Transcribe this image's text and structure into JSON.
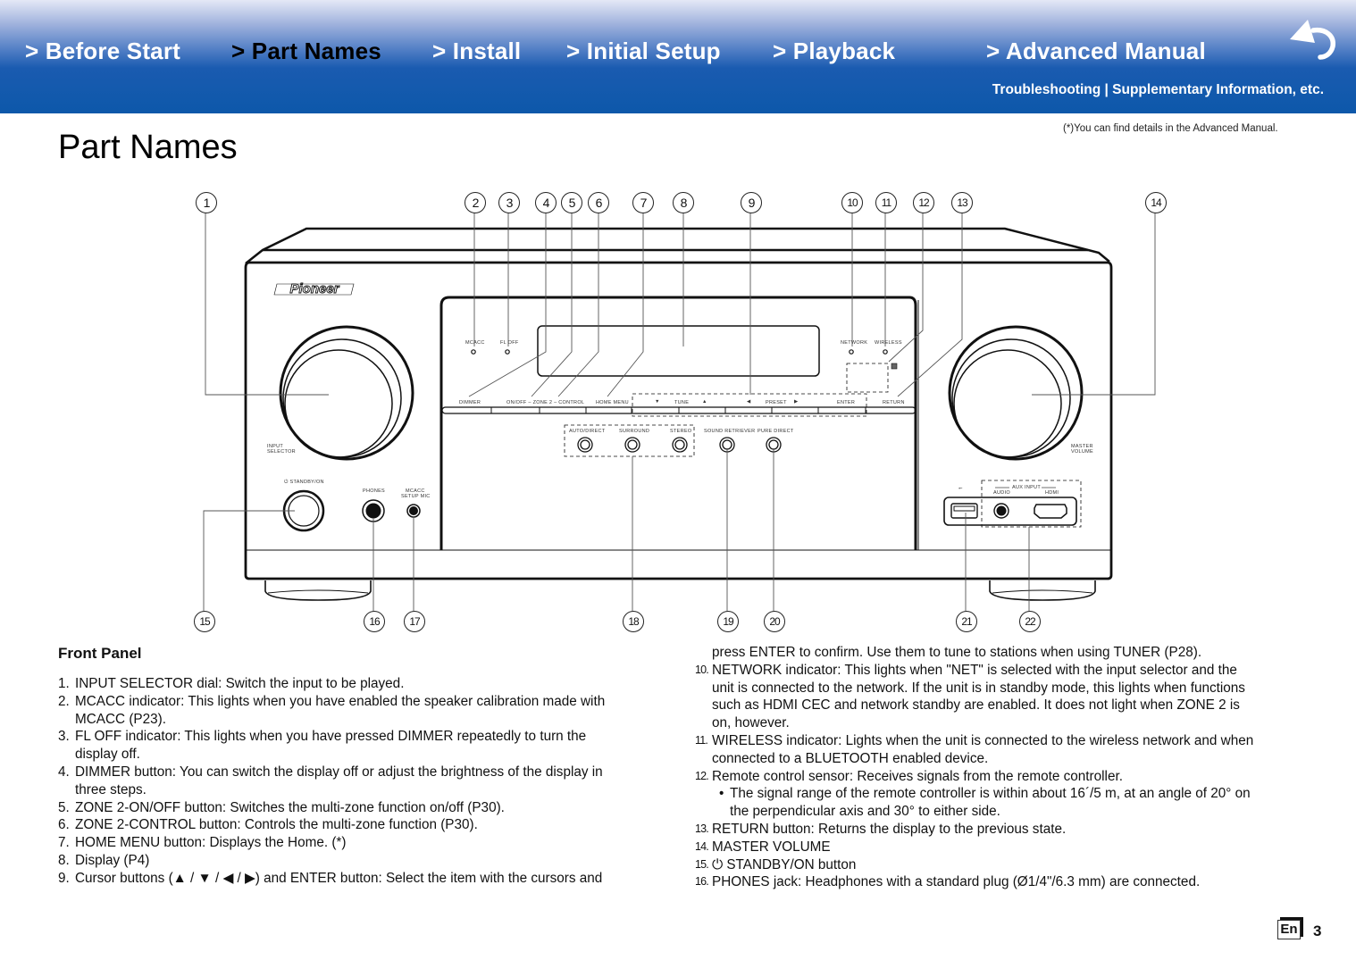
{
  "header": {
    "nav": [
      {
        "label": "> Before Start",
        "active": false
      },
      {
        "label": "> Part Names",
        "active": true
      },
      {
        "label": "> Install",
        "active": false
      },
      {
        "label": "> Initial Setup",
        "active": false
      },
      {
        "label": "> Playback",
        "active": false
      },
      {
        "label": "> Advanced Manual",
        "active": false
      }
    ],
    "sub_link": "Troubleshooting | Supplementary Information, etc.",
    "back_icon": "return-arrow-icon",
    "colors": {
      "gradient_top": "#e4e8f6",
      "gradient_bottom": "#0d58aa",
      "active_text": "#000000",
      "text": "#ffffff"
    }
  },
  "page": {
    "title": "Part Names",
    "note": "(*)You can find details in the Advanced Manual."
  },
  "diagram": {
    "brand": "Pioneer",
    "callouts_top": [
      "1",
      "2",
      "3",
      "4",
      "5",
      "6",
      "7",
      "8",
      "9",
      "10",
      "11",
      "12",
      "13",
      "14"
    ],
    "callouts_bottom": [
      "15",
      "16",
      "17",
      "18",
      "19",
      "20",
      "21",
      "22"
    ],
    "labels": {
      "mcacc": "MCACC",
      "fl_off": "FL OFF",
      "network": "NETWORK",
      "wireless": "WIRELESS",
      "dimmer": "DIMMER",
      "zone2": "ON/OFF – ZONE 2 – CONTROL",
      "home_menu": "HOME MENU",
      "tune": "TUNE",
      "preset": "PRESET",
      "enter": "ENTER",
      "return": "RETURN",
      "auto_direct": "AUTO/DIRECT",
      "surround": "SURROUND",
      "stereo": "STEREO",
      "sound_retriever": "SOUND RETRIEVER",
      "pure_direct": "PURE DIRECT",
      "input_selector_1": "INPUT",
      "input_selector_2": "SELECTOR",
      "master_volume_1": "MASTER",
      "master_volume_2": "VOLUME",
      "standby_on": "⏻ STANDBY/ON",
      "phones": "PHONES",
      "mcacc_mic_1": "MCACC",
      "mcacc_mic_2": "SETUP MIC",
      "aux_input": "AUX INPUT",
      "audio": "AUDIO",
      "hdmi": "HDMI",
      "usb": "⭠"
    }
  },
  "front_panel": {
    "title": "Front Panel",
    "left_items": [
      {
        "num": "1.",
        "lines": [
          "INPUT SELECTOR dial: Switch the input to be played."
        ]
      },
      {
        "num": "2.",
        "lines": [
          "MCACC indicator: This lights when you have enabled the speaker calibration made with",
          "MCACC (P23)."
        ]
      },
      {
        "num": "3.",
        "lines": [
          "FL OFF indicator: This lights when you have pressed DIMMER repeatedly to turn the",
          "display off."
        ]
      },
      {
        "num": "4.",
        "lines": [
          "DIMMER button: You can switch the display off or adjust the brightness of the display in",
          "three steps."
        ]
      },
      {
        "num": "5.",
        "lines": [
          "ZONE 2-ON/OFF button: Switches the multi-zone function on/off (P30)."
        ]
      },
      {
        "num": "6.",
        "lines": [
          "ZONE 2-CONTROL button: Controls the multi-zone function (P30)."
        ]
      },
      {
        "num": "7.",
        "lines": [
          "HOME MENU button: Displays the Home. (*)"
        ]
      },
      {
        "num": "8.",
        "lines": [
          "Display (P4)"
        ]
      },
      {
        "num": "9.",
        "lines": [
          "Cursor buttons (▲ / ▼ / ◀ / ▶) and ENTER button: Select the item with the cursors and"
        ]
      }
    ],
    "right_continuation": "press ENTER to confirm. Use them to tune to stations when using TUNER (P28).",
    "right_items": [
      {
        "num": "10.",
        "lines": [
          "NETWORK indicator: This lights when \"NET\" is selected with the input selector and the",
          "unit is connected to the network. If the unit is in standby mode, this lights when functions",
          "such as HDMI CEC and network standby are enabled. It does not light when ZONE 2 is",
          "on, however."
        ]
      },
      {
        "num": "11.",
        "lines": [
          "WIRELESS indicator: Lights when the unit is connected to the wireless network and when",
          "connected to a BLUETOOTH enabled device."
        ]
      },
      {
        "num": "12.",
        "lines": [
          "Remote control sensor: Receives signals from the remote controller."
        ]
      },
      {
        "bullet": "•",
        "lines": [
          "The signal range of the remote controller is within about 16´/5 m, at an angle of 20° on",
          "the perpendicular axis and 30° to either side."
        ]
      },
      {
        "num": "13.",
        "lines": [
          "RETURN button: Returns the display to the previous state."
        ]
      },
      {
        "num": "14.",
        "lines": [
          "MASTER VOLUME"
        ]
      },
      {
        "num": "15.",
        "lines": [
          "⏻ STANDBY/ON button"
        ]
      },
      {
        "num": "16.",
        "lines": [
          "PHONES jack: Headphones with a standard plug (Ø1/4\"/6.3 mm) are connected."
        ]
      }
    ]
  },
  "footer": {
    "language": "En",
    "page_number": "3"
  }
}
